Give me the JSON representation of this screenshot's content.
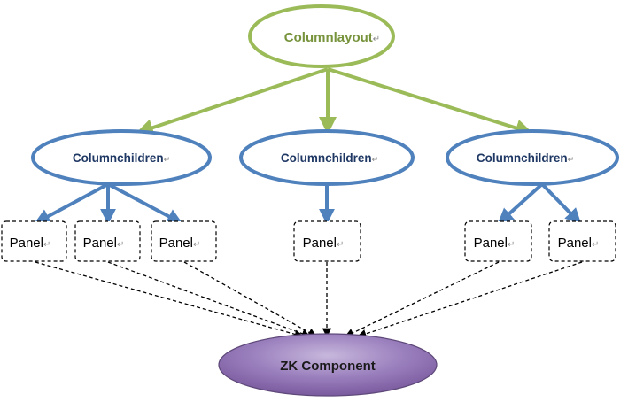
{
  "diagram": {
    "root": {
      "label": "Columnlayout",
      "mark": "↵"
    },
    "children": [
      {
        "label": "Columnchildren",
        "mark": "↵"
      },
      {
        "label": "Columnchildren",
        "mark": "↵"
      },
      {
        "label": "Columnchildren",
        "mark": "↵"
      }
    ],
    "panels": [
      {
        "label": "Panel",
        "mark": "↵"
      },
      {
        "label": "Panel",
        "mark": "↵"
      },
      {
        "label": "Panel",
        "mark": "↵"
      },
      {
        "label": "Panel",
        "mark": "↵"
      },
      {
        "label": "Panel",
        "mark": "↵"
      },
      {
        "label": "Panel",
        "mark": "↵"
      }
    ],
    "component": {
      "label": "ZK Component"
    },
    "colors": {
      "root_stroke": "#9bbb59",
      "root_text": "#77933c",
      "child_stroke": "#4f81bd",
      "child_text": "#1f3864",
      "panel_stroke": "#000000",
      "component_fill": "#8064a2",
      "component_text": "#1a1a1a"
    }
  }
}
